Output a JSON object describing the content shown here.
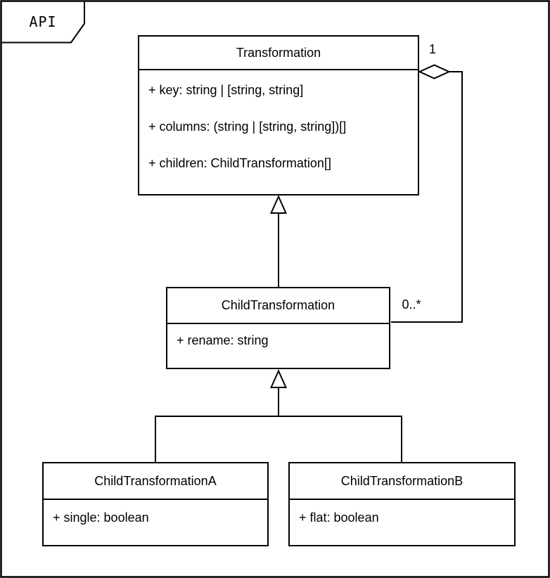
{
  "frame": {
    "label": "API"
  },
  "diagram": {
    "classes": [
      {
        "name": "Transformation",
        "attributes": [
          "+ key: string | [string, string]",
          "+ columns: (string | [string, string])[]",
          "+ children: ChildTransformation[]"
        ]
      },
      {
        "name": "ChildTransformation",
        "attributes": [
          "+ rename: string"
        ]
      },
      {
        "name": "ChildTransformationA",
        "attributes": [
          "+ single: boolean"
        ]
      },
      {
        "name": "ChildTransformationB",
        "attributes": [
          "+ flat: boolean"
        ]
      }
    ],
    "relationships": [
      {
        "type": "generalization",
        "from": "ChildTransformation",
        "to": "Transformation"
      },
      {
        "type": "generalization",
        "from": "ChildTransformationA",
        "to": "ChildTransformation"
      },
      {
        "type": "generalization",
        "from": "ChildTransformationB",
        "to": "ChildTransformation"
      },
      {
        "type": "aggregation",
        "from": "Transformation",
        "to": "ChildTransformation",
        "source_multiplicity": "1",
        "target_multiplicity": "0..*"
      }
    ],
    "colors": {
      "stroke": "#000000",
      "fill": "#ffffff"
    }
  }
}
